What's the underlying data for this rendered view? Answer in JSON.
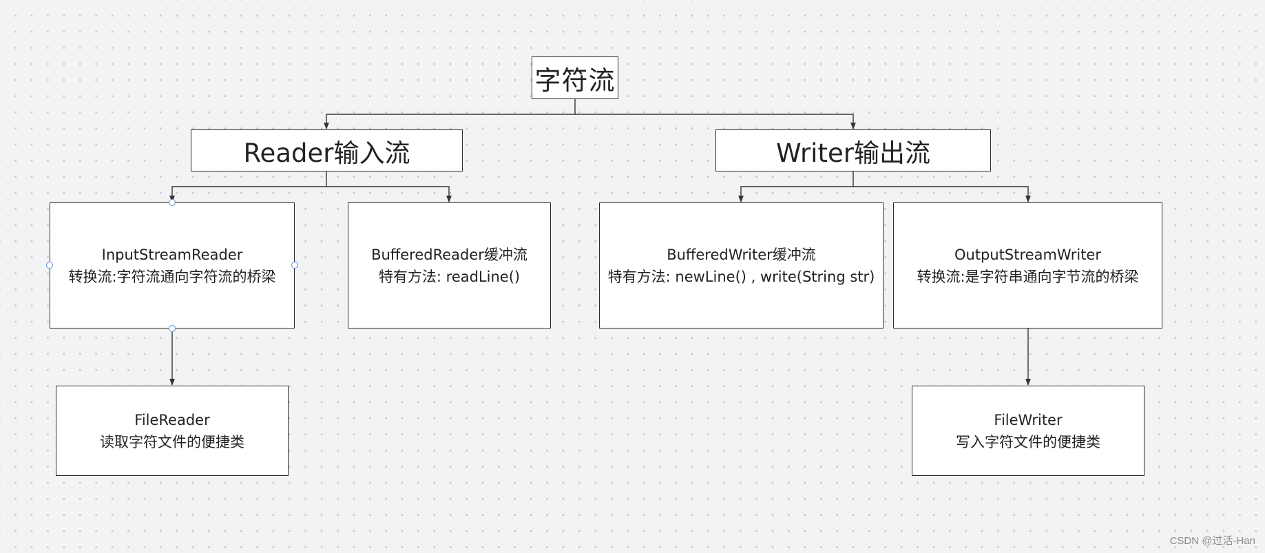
{
  "diagram": {
    "root": {
      "title": "字符流"
    },
    "reader": {
      "title": "Reader输入流",
      "children": {
        "input_stream_reader": {
          "line1": "InputStreamReader",
          "line2": "转换流:字符流通向字符流的桥梁"
        },
        "buffered_reader": {
          "line1": "BufferedReader缓冲流",
          "line2": "特有方法: readLine()"
        },
        "file_reader": {
          "line1": "FileReader",
          "line2": "读取字符文件的便捷类"
        }
      }
    },
    "writer": {
      "title": "Writer输出流",
      "children": {
        "buffered_writer": {
          "line1": "BufferedWriter缓冲流",
          "line2": "特有方法: newLine() , write(String str)"
        },
        "output_stream_writer": {
          "line1": "OutputStreamWriter",
          "line2": "转换流:是字符串通向字节流的桥梁"
        },
        "file_writer": {
          "line1": "FileWriter",
          "line2": "写入字符文件的便捷类"
        }
      }
    }
  },
  "watermark": "CSDN @过活-Han",
  "colors": {
    "canvas_background": "#f3f3f5",
    "node_border": "#2b2b2b",
    "connector_line": "#333333",
    "selection_handle": "#5b8fd6"
  }
}
